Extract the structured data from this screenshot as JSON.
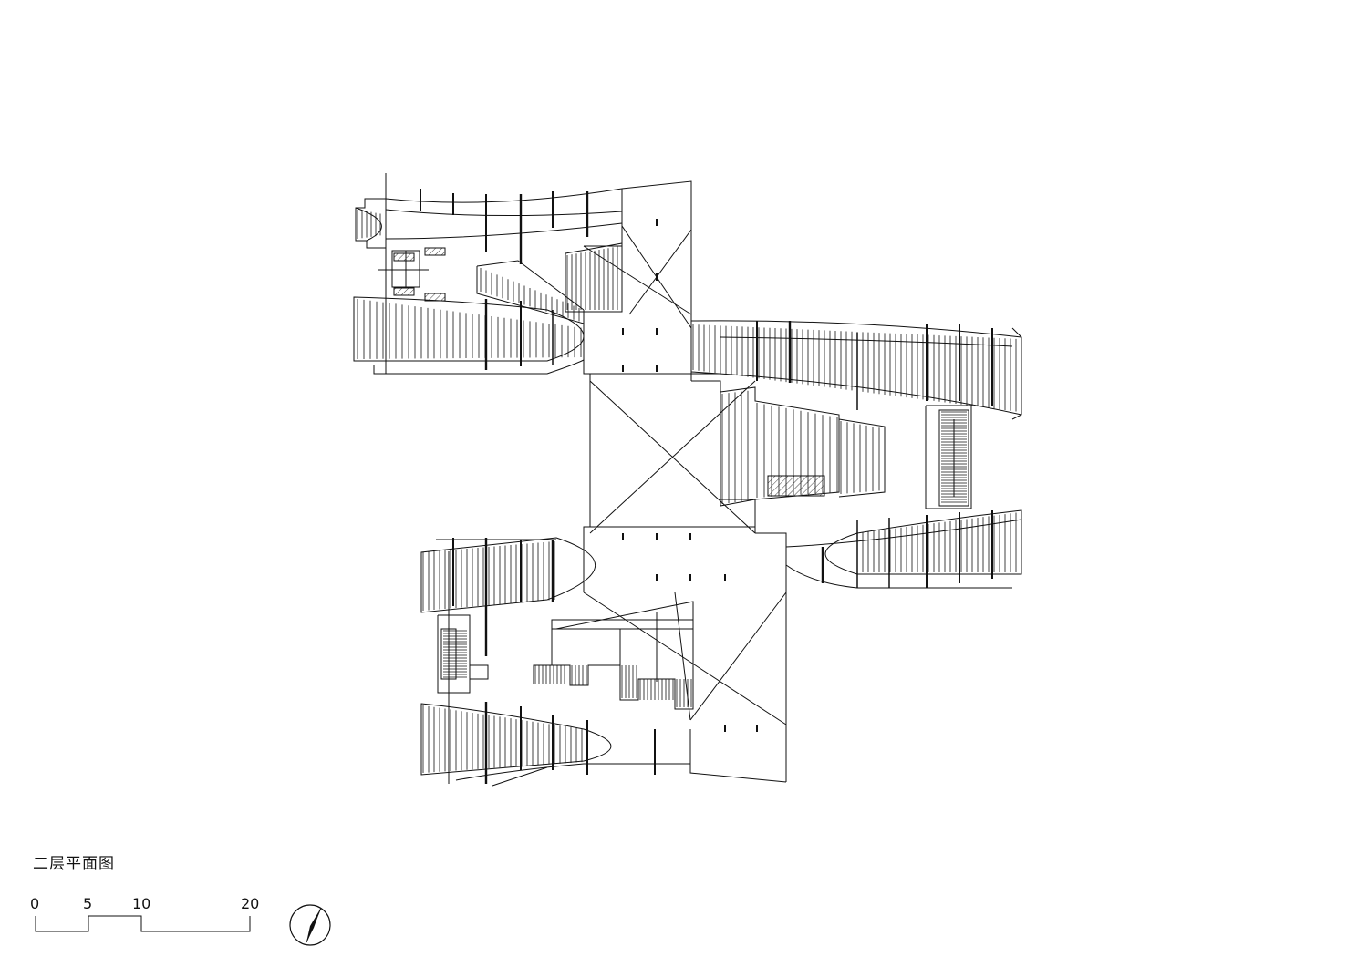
{
  "title": "二层平面图",
  "scale_bar": {
    "labels": [
      "0",
      "5",
      "10",
      "20"
    ]
  },
  "colors": {
    "background": "#ffffff",
    "line": "#111111",
    "hatch": "#444444"
  },
  "icons": {
    "north_arrow": "north-arrow-icon"
  }
}
